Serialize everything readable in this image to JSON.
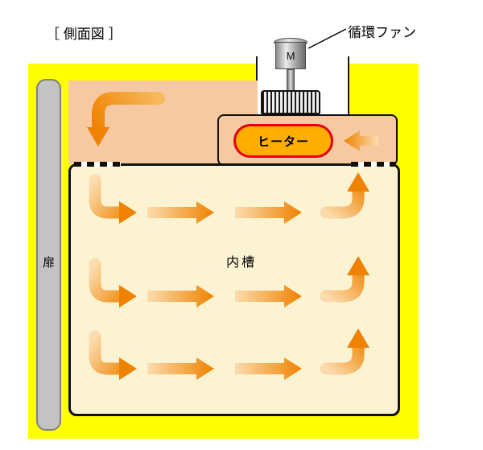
{
  "diagram": {
    "title": "［ 側面図 ］",
    "fan_label": "循環ファン",
    "motor_label": "M",
    "heater_label": "ヒーター",
    "chamber_label": "内槽",
    "door_label": "扉"
  },
  "colors": {
    "body_yellow": "#FFFF00",
    "plenum_peach": "#F7C9A3",
    "chamber_cream": "#FCF3D2",
    "heater_fill": "#FFAE00",
    "heater_border": "#E60012",
    "arrow_tail": "#FBDCAE",
    "arrow_head": "#EF8200",
    "door_gray": "#C3C3C3",
    "outline_black": "#111111"
  }
}
